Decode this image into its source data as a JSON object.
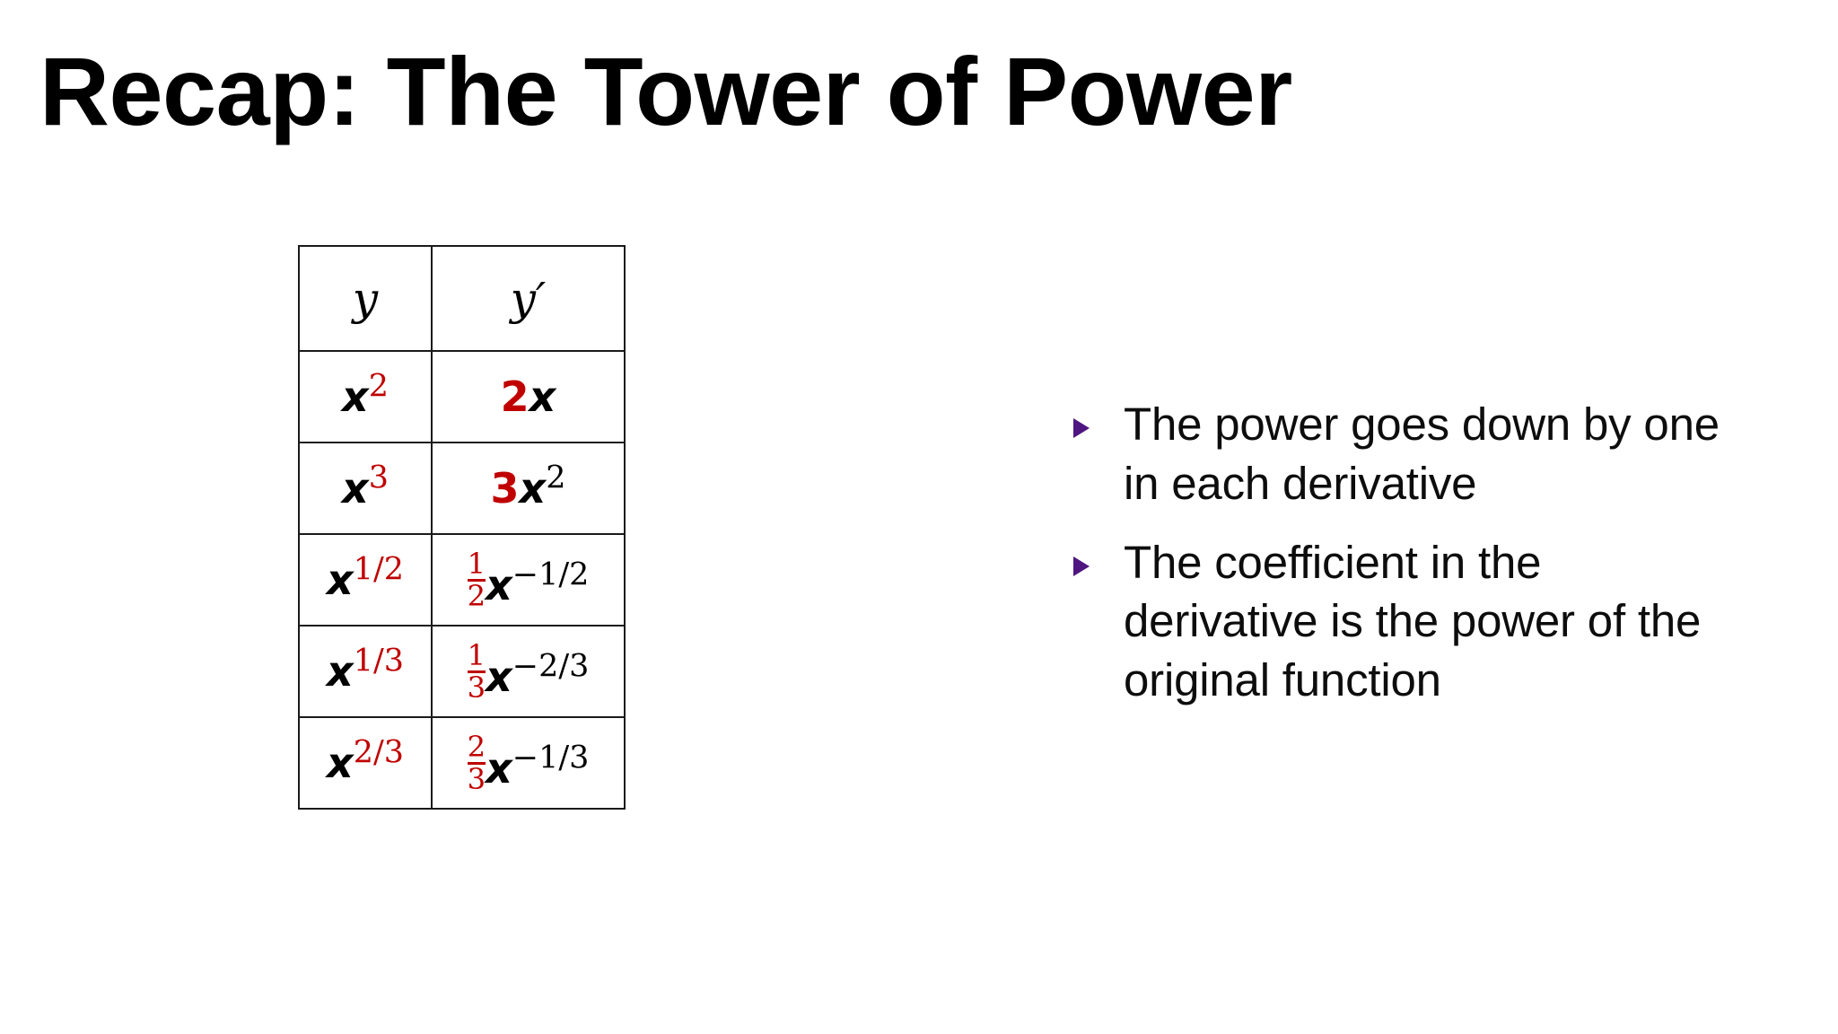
{
  "slide": {
    "title": "Recap: The Tower of Power",
    "background_color": "#FFFFFF"
  },
  "colors": {
    "accent_red": "#C00000",
    "bullet_purple": "#4F1580",
    "text_black": "#000000",
    "table_border": "#1A1A1A"
  },
  "table": {
    "name": "derivative-table",
    "headers": {
      "col1": "y",
      "col2": "y′"
    },
    "rows": [
      {
        "y": {
          "base": "x",
          "exponent": "2",
          "exponent_color": "#C00000",
          "base_color": "#000000"
        },
        "yprime": {
          "coefficient": "2",
          "coefficient_color": "#C00000",
          "base": "x",
          "exponent": "",
          "base_color": "#000000"
        }
      },
      {
        "y": {
          "base": "x",
          "exponent": "3",
          "exponent_color": "#C00000",
          "base_color": "#000000"
        },
        "yprime": {
          "coefficient": "3",
          "coefficient_color": "#C00000",
          "base": "x",
          "exponent": "2",
          "base_color": "#000000"
        }
      },
      {
        "y": {
          "base": "x",
          "exponent": "1/2",
          "exponent_color": "#C00000",
          "base_color": "#000000"
        },
        "yprime": {
          "coefficient_numerator": "1",
          "coefficient_denominator": "2",
          "coefficient_color": "#C00000",
          "base": "x",
          "exponent": "−1/2",
          "base_color": "#000000"
        }
      },
      {
        "y": {
          "base": "x",
          "exponent": "1/3",
          "exponent_color": "#C00000",
          "base_color": "#000000"
        },
        "yprime": {
          "coefficient_numerator": "1",
          "coefficient_denominator": "3",
          "coefficient_color": "#C00000",
          "base": "x",
          "exponent": "−2/3",
          "base_color": "#000000"
        }
      },
      {
        "y": {
          "base": "x",
          "exponent": "2/3",
          "exponent_color": "#C00000",
          "base_color": "#000000"
        },
        "yprime": {
          "coefficient_numerator": "2",
          "coefficient_denominator": "3",
          "coefficient_color": "#C00000",
          "base": "x",
          "exponent": "−1/3",
          "base_color": "#000000"
        }
      }
    ]
  },
  "bullets": {
    "marker_icon": "triangle-right-icon",
    "items": [
      {
        "text": "The power goes down by one in each derivative"
      },
      {
        "text": "The coefficient in the derivative is the power of the original function"
      }
    ]
  }
}
